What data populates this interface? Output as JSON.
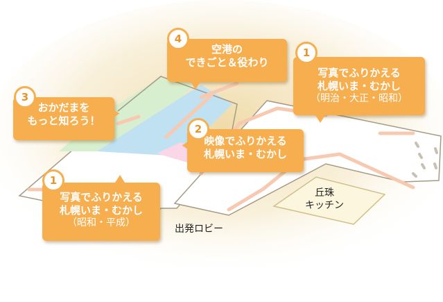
{
  "areas": {
    "kitchen_line1": "丘珠",
    "kitchen_line2": "キッチン",
    "lobby": "出発ロビー"
  },
  "callouts": [
    {
      "number": "4",
      "line1": "空港の",
      "line2": "できごと＆役わり",
      "sub": ""
    },
    {
      "number": "1",
      "line1": "写真でふりかえる",
      "line2": "札幌いま・むかし",
      "sub": "（明治・大正・昭和）"
    },
    {
      "number": "3",
      "line1": "おかだまを",
      "line2": "もっと知ろう！",
      "sub": ""
    },
    {
      "number": "2",
      "line1": "映像でふりかえる",
      "line2": "札幌いま・むかし",
      "sub": ""
    },
    {
      "number": "1",
      "line1": "写真でふりかえる",
      "line2": "札幌いま・むかし",
      "sub": "（昭和・平成）"
    }
  ],
  "colors": {
    "callout": "#f6ae4e",
    "stripe": "#f7c9b0",
    "zone_green": "#d8efcf",
    "zone_blue": "#bfe1f2",
    "zone_pink": "#f9d7e6",
    "kitchen": "#fcf6de"
  }
}
